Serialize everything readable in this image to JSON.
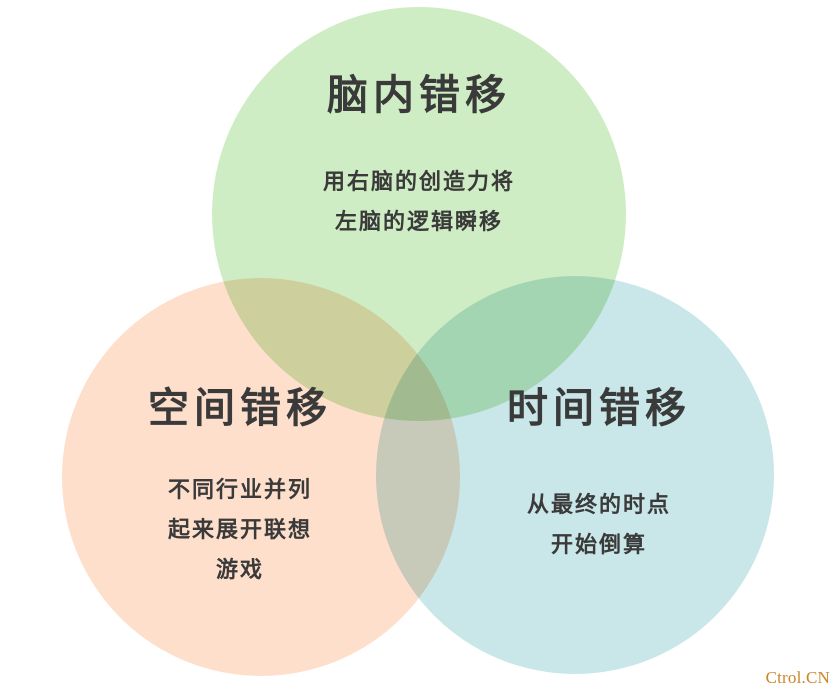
{
  "diagram": {
    "type": "venn-3-circle",
    "background_color": "#FFFFFF",
    "text_color": "#3A3A3A",
    "sets": [
      {
        "id": "top",
        "position": "top",
        "title": "脑内错移",
        "fill_color": "#CFEDC4",
        "body_lines": [
          "用右脑的创造力将",
          "左脑的逻辑瞬移"
        ]
      },
      {
        "id": "left",
        "position": "bottom-left",
        "title": "空间错移",
        "fill_color": "#FDDFCC",
        "body_lines": [
          "不同行业并列",
          "起来展开联想",
          "游戏"
        ]
      },
      {
        "id": "right",
        "position": "bottom-right",
        "title": "时间错移",
        "fill_color": "#C9E6E8",
        "body_lines": [
          "从最终的时点",
          "开始倒算"
        ]
      }
    ]
  },
  "watermark": {
    "text": "Ctrol.CN",
    "color": "#C8801E"
  }
}
